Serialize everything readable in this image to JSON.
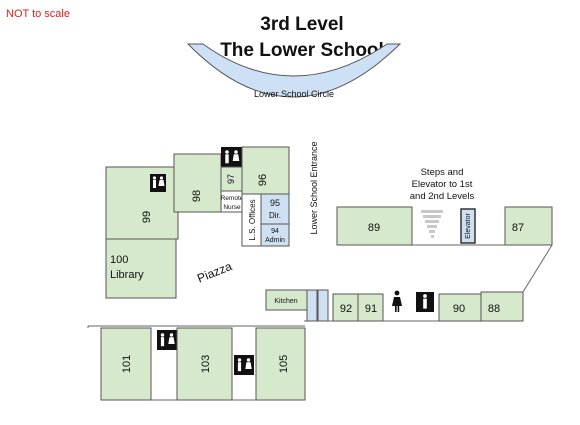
{
  "colors": {
    "room": "#d6e9cc",
    "office": "#cfe0f3",
    "circle": "#cde0f5",
    "warning": "#e0201b"
  },
  "notice": "NOT to scale",
  "title": {
    "line1": "3rd Level",
    "line2": "The Lower School"
  },
  "circle_label": "Lower School Circle",
  "entrance_label": "Lower School Entrance",
  "steps_label": {
    "line1": "Steps and",
    "line2": "Elevator to 1st",
    "line3": "and 2nd Levels"
  },
  "elevator_label": "Elevator",
  "piazza_label": "Piazza",
  "kitchen_label": "Kitchen",
  "offices_label": "L.S. Offices",
  "remote_nurse": {
    "line1": "Remote",
    "line2": "Nurse"
  },
  "rooms": {
    "r99": "99",
    "r98": "98",
    "r97": "97",
    "r96": "96",
    "r95": "95",
    "r95_sub": "Dir.",
    "r94": "94",
    "r94_sub": "Admin",
    "r100": "100",
    "r100_sub": "Library",
    "r89": "89",
    "r87": "87",
    "r92": "92",
    "r91": "91",
    "r90": "90",
    "r88": "88",
    "r101": "101",
    "r103": "103",
    "r105": "105"
  },
  "icons": [
    "restroom-icon",
    "male-restroom-icon",
    "female-restroom-icon",
    "stairs-icon"
  ]
}
